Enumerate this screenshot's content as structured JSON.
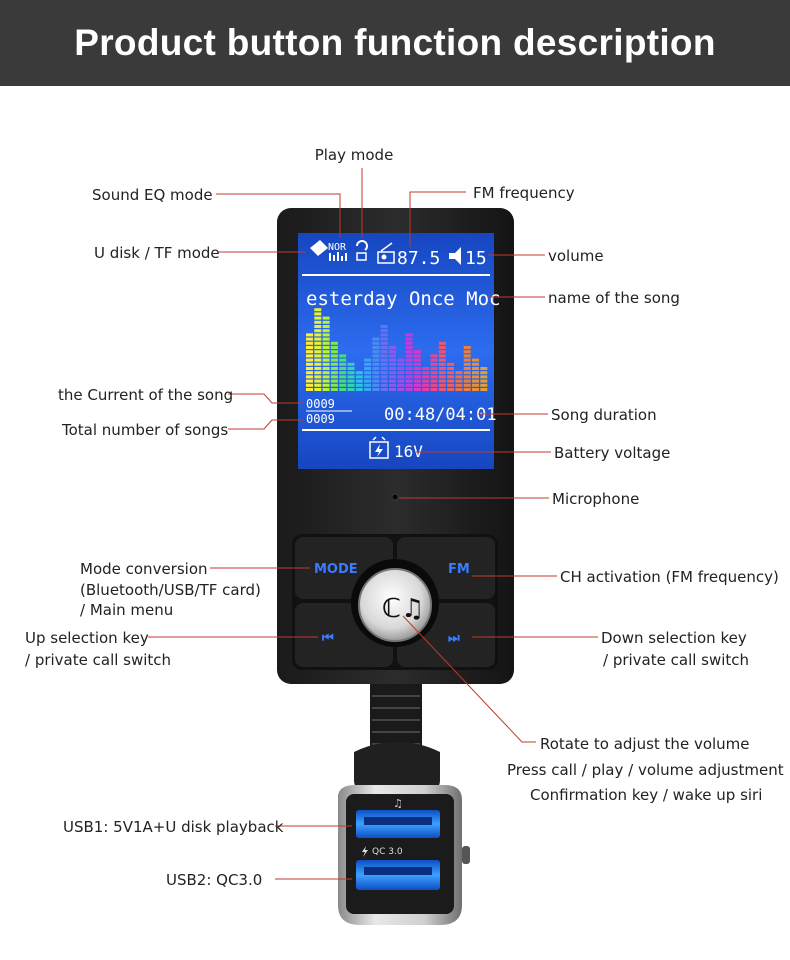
{
  "header": {
    "title": "Product button function description"
  },
  "screen": {
    "mode_badge": "NOR",
    "fm_frequency": "87.5",
    "volume": "15",
    "song_name": "esterday Once Moc",
    "current_song": "0009",
    "total_songs": "0009",
    "duration": "00:48/04:01",
    "voltage": "16V"
  },
  "buttons": {
    "mode": "MODE",
    "fm": "FM",
    "prev": "⏮",
    "next": "⏭",
    "center": "ℂ♫"
  },
  "charger": {
    "qc_label": "QC 3.0"
  },
  "labels": {
    "play_mode": "Play mode",
    "sound_eq": "Sound EQ mode",
    "fm_frequency": "FM frequency",
    "u_disk": "U disk / TF mode",
    "volume": "volume",
    "song_name": "name of the song",
    "current_song": "the Current of the song",
    "song_duration": "Song duration",
    "total_songs": "Total number of songs",
    "battery_voltage": "Battery voltage",
    "microphone": "Microphone",
    "mode_conversion_1": "Mode conversion",
    "mode_conversion_2": "(Bluetooth/USB/TF card)",
    "mode_conversion_3": "/ Main menu",
    "ch_activation": "CH activation (FM frequency)",
    "up_key_1": "Up selection key",
    "up_key_2": "/ private call switch",
    "down_key_1": "Down selection key",
    "down_key_2": "/ private call switch",
    "rotate_1": "Rotate to adjust the volume",
    "rotate_2": "Press call / play / volume adjustment",
    "rotate_3": "Confirmation key / wake up siri",
    "usb1": "USB1: 5V1A+U disk playback",
    "usb2": "USB2:  QC3.0"
  },
  "colors": {
    "header_bg": "#3a3a3a",
    "leader": "#c0392b",
    "screen_blue": "#1d55d8",
    "button_blue": "#3a7bff"
  }
}
